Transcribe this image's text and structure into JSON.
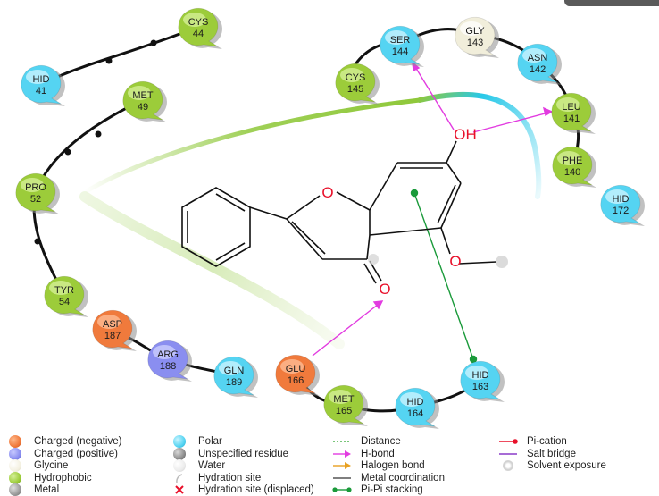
{
  "residues": [
    {
      "name": "CYS",
      "num": "44",
      "type": "hydrophobic"
    },
    {
      "name": "HID",
      "num": "41",
      "type": "polar"
    },
    {
      "name": "MET",
      "num": "49",
      "type": "hydrophobic"
    },
    {
      "name": "PRO",
      "num": "52",
      "type": "hydrophobic"
    },
    {
      "name": "TYR",
      "num": "54",
      "type": "hydrophobic"
    },
    {
      "name": "ASP",
      "num": "187",
      "type": "negative"
    },
    {
      "name": "ARG",
      "num": "188",
      "type": "positive"
    },
    {
      "name": "GLN",
      "num": "189",
      "type": "polar"
    },
    {
      "name": "GLU",
      "num": "166",
      "type": "negative"
    },
    {
      "name": "MET",
      "num": "165",
      "type": "hydrophobic"
    },
    {
      "name": "HID",
      "num": "164",
      "type": "polar"
    },
    {
      "name": "HID",
      "num": "163",
      "type": "polar"
    },
    {
      "name": "SER",
      "num": "144",
      "type": "polar"
    },
    {
      "name": "GLY",
      "num": "143",
      "type": "glycine"
    },
    {
      "name": "ASN",
      "num": "142",
      "type": "polar"
    },
    {
      "name": "CYS",
      "num": "145",
      "type": "hydrophobic"
    },
    {
      "name": "LEU",
      "num": "141",
      "type": "hydrophobic"
    },
    {
      "name": "PHE",
      "num": "140",
      "type": "hydrophobic"
    },
    {
      "name": "HID",
      "num": "172",
      "type": "polar"
    }
  ],
  "atoms": {
    "oh": "OH",
    "ring_o": "O",
    "carbonyl_o": "O",
    "methoxy_o": "O"
  },
  "legend": [
    {
      "icon": "charged-negative",
      "label": "Charged (negative)",
      "color": "#f07a3c"
    },
    {
      "icon": "charged-positive",
      "label": "Charged (positive)",
      "color": "#8a8ef0"
    },
    {
      "icon": "glycine",
      "label": "Glycine",
      "color": "#f4f1e2"
    },
    {
      "icon": "hydrophobic",
      "label": "Hydrophobic",
      "color": "#9ccc3a"
    },
    {
      "icon": "metal",
      "label": "Metal",
      "color": "#9a9a9a"
    },
    {
      "icon": "polar",
      "label": "Polar",
      "color": "#55d4f2"
    },
    {
      "icon": "unspecified-residue",
      "label": "Unspecified residue",
      "color": "#8c8c8c"
    },
    {
      "icon": "water",
      "label": "Water",
      "color": "#ececec"
    },
    {
      "icon": "hydration-site",
      "label": "Hydration site",
      "color": "#bbbbbb"
    },
    {
      "icon": "hydration-site-displaced",
      "label": "Hydration site (displaced)",
      "color": "#e8102a"
    },
    {
      "icon": "distance",
      "label": "Distance",
      "color": "#2aa52a"
    },
    {
      "icon": "h-bond",
      "label": "H-bond",
      "color": "#e23be0"
    },
    {
      "icon": "halogen-bond",
      "label": "Halogen bond",
      "color": "#e8a020"
    },
    {
      "icon": "metal-coordination",
      "label": "Metal coordination",
      "color": "#555555"
    },
    {
      "icon": "pi-pi-stacking",
      "label": "Pi-Pi stacking",
      "color": "#1a9a3a"
    },
    {
      "icon": "pi-cation",
      "label": "Pi-cation",
      "color": "#e8102a"
    },
    {
      "icon": "salt-bridge",
      "label": "Salt bridge",
      "color": "#8a3cc8"
    },
    {
      "icon": "solvent-exposure",
      "label": "Solvent exposure",
      "color": "#cfcfcf"
    }
  ],
  "colors": {
    "hydrophobic": "#9ccc3a",
    "polar": "#55d4f2",
    "negative": "#f07a3c",
    "positive": "#8a8ef0",
    "glycine": "#f4f1e2",
    "hbond": "#e23be0",
    "pipi": "#1a9a3a",
    "pocket_green": "#8fc83a",
    "pocket_cyan": "#28c8e8"
  }
}
